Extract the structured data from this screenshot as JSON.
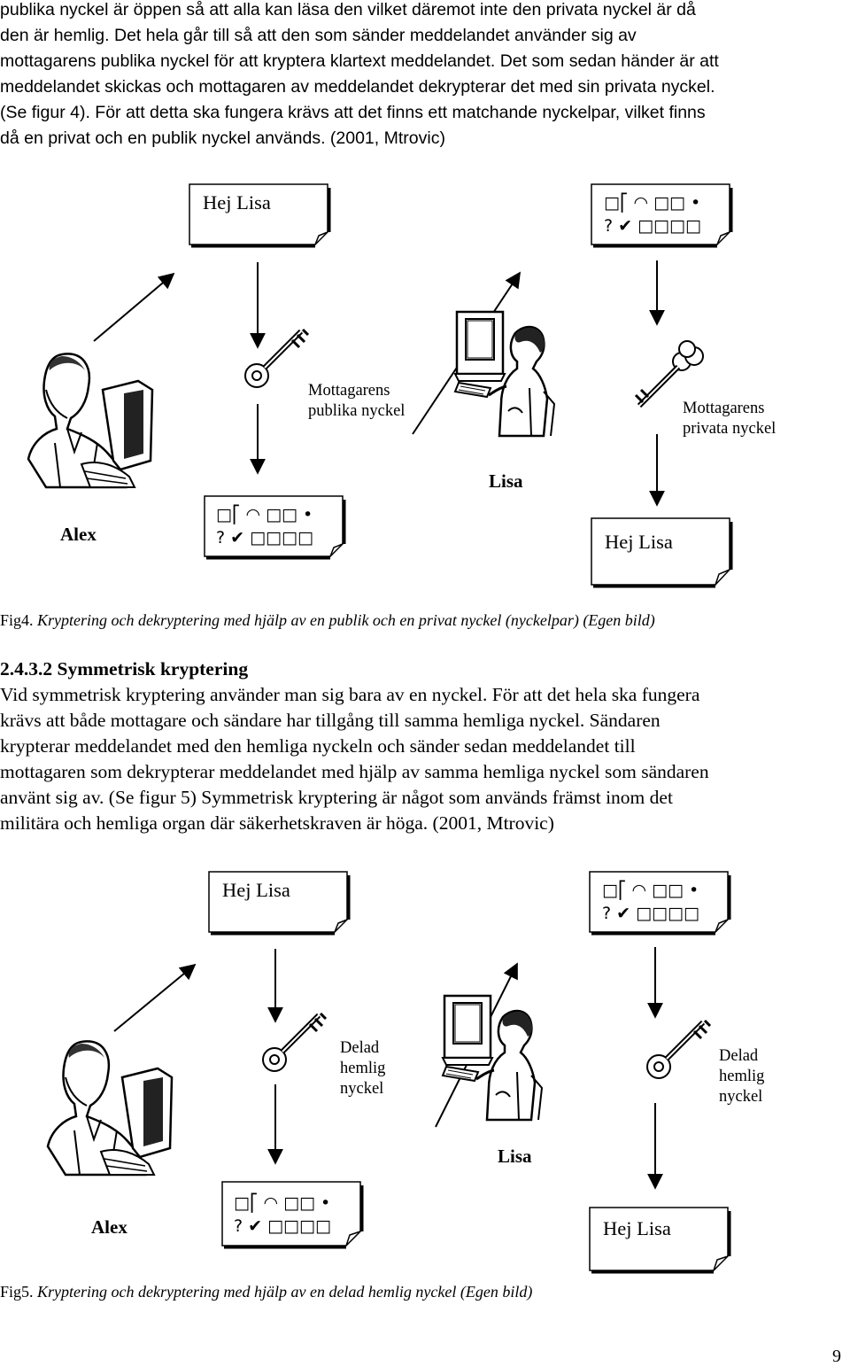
{
  "paragraph1": {
    "lines": [
      "publika nyckel är öppen så att alla kan läsa den vilket däremot inte den privata nyckel är då",
      "den är hemlig. Det hela går till så att den som sänder meddelandet använder sig av",
      "mottagarens publika nyckel för att kryptera klartext meddelandet. Det som sedan händer är att",
      "meddelandet skickas och mottagaren av meddelandet dekrypterar det med sin privata nyckel.",
      "(Se figur 4). För att detta ska fungera krävs att det finns ett matchande nyckelpar, vilket finns",
      "då en privat och en publik nyckel används. (2001, Mtrovic)"
    ]
  },
  "figure4": {
    "plaintext_note": "Hej Lisa",
    "cipher_line1": "□⎡ ◠ □□ •",
    "cipher_line2": "? ✔ □□□□",
    "public_key_label": "Mottagarens publika nyckel",
    "private_key_label": "Mottagarens privata nyckel",
    "sender_name": "Alex",
    "receiver_name": "Lisa",
    "caption_prefix": "Fig4.",
    "caption_text": "Kryptering och dekryptering med hjälp av en publik och en privat nyckel (nyckelpar) (Egen bild)"
  },
  "section": {
    "heading": "2.4.3.2 Symmetrisk kryptering",
    "lines": [
      "Vid symmetrisk kryptering använder man sig bara av en nyckel. För att det hela ska fungera",
      "krävs att både mottagare och sändare har tillgång till samma hemliga nyckel. Sändaren",
      "krypterar meddelandet med den hemliga nyckeln och sänder sedan meddelandet till",
      "mottagaren som dekrypterar meddelandet med hjälp av samma hemliga nyckel som sändaren",
      "använt sig av. (Se figur 5) Symmetrisk kryptering är något som används främst inom det",
      "militära och hemliga organ där säkerhetskraven är höga.  (2001, Mtrovic)"
    ]
  },
  "figure5": {
    "plaintext_note": "Hej Lisa",
    "cipher_line1": "□⎡ ◠ □□ •",
    "cipher_line2": "? ✔ □□□□",
    "shared_key_label_left": "Delad hemlig nyckel",
    "shared_key_label_right": "Delad hemlig nyckel",
    "sender_name": "Alex",
    "receiver_name": "Lisa",
    "caption_prefix": "Fig5.",
    "caption_text": "Kryptering och dekryptering med hjälp av en delad hemlig nyckel (Egen bild)"
  },
  "page_number": "9"
}
